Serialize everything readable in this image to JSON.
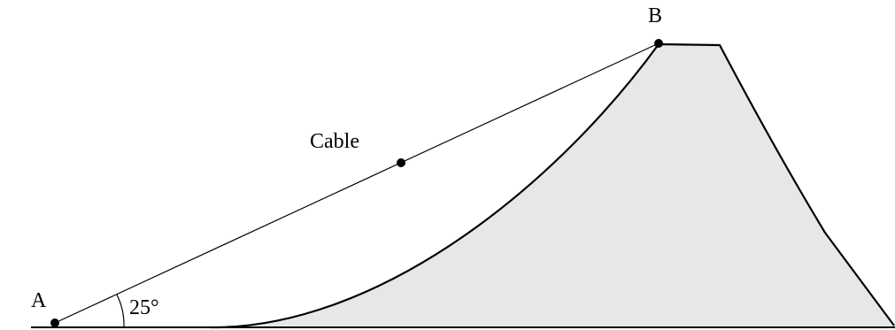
{
  "labels": {
    "point_a": "A",
    "point_b": "B",
    "cable": "Cable",
    "angle": "25°"
  },
  "colors": {
    "stroke": "#000000",
    "hill_fill": "#e6e7e8",
    "background": "#ffffff"
  }
}
